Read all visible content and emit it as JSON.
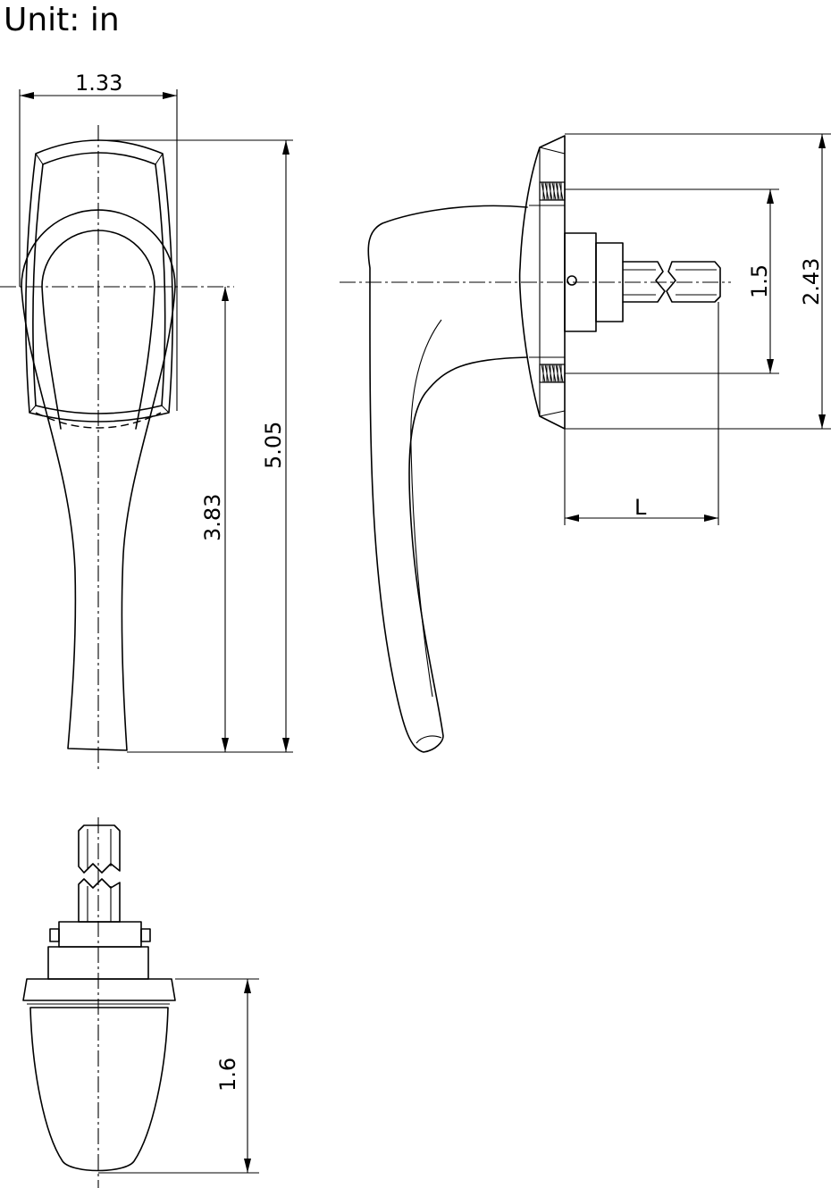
{
  "unit_label": "Unit:  in",
  "dimensions": {
    "overall_width": "1.33",
    "overall_length": "5.05",
    "pivot_to_tip": "3.83",
    "screw_spacing": "1.5",
    "base_height": "2.43",
    "spindle_length": "L",
    "base_depth": "1.6"
  },
  "views": [
    "front-view",
    "side-view",
    "bottom-view"
  ]
}
